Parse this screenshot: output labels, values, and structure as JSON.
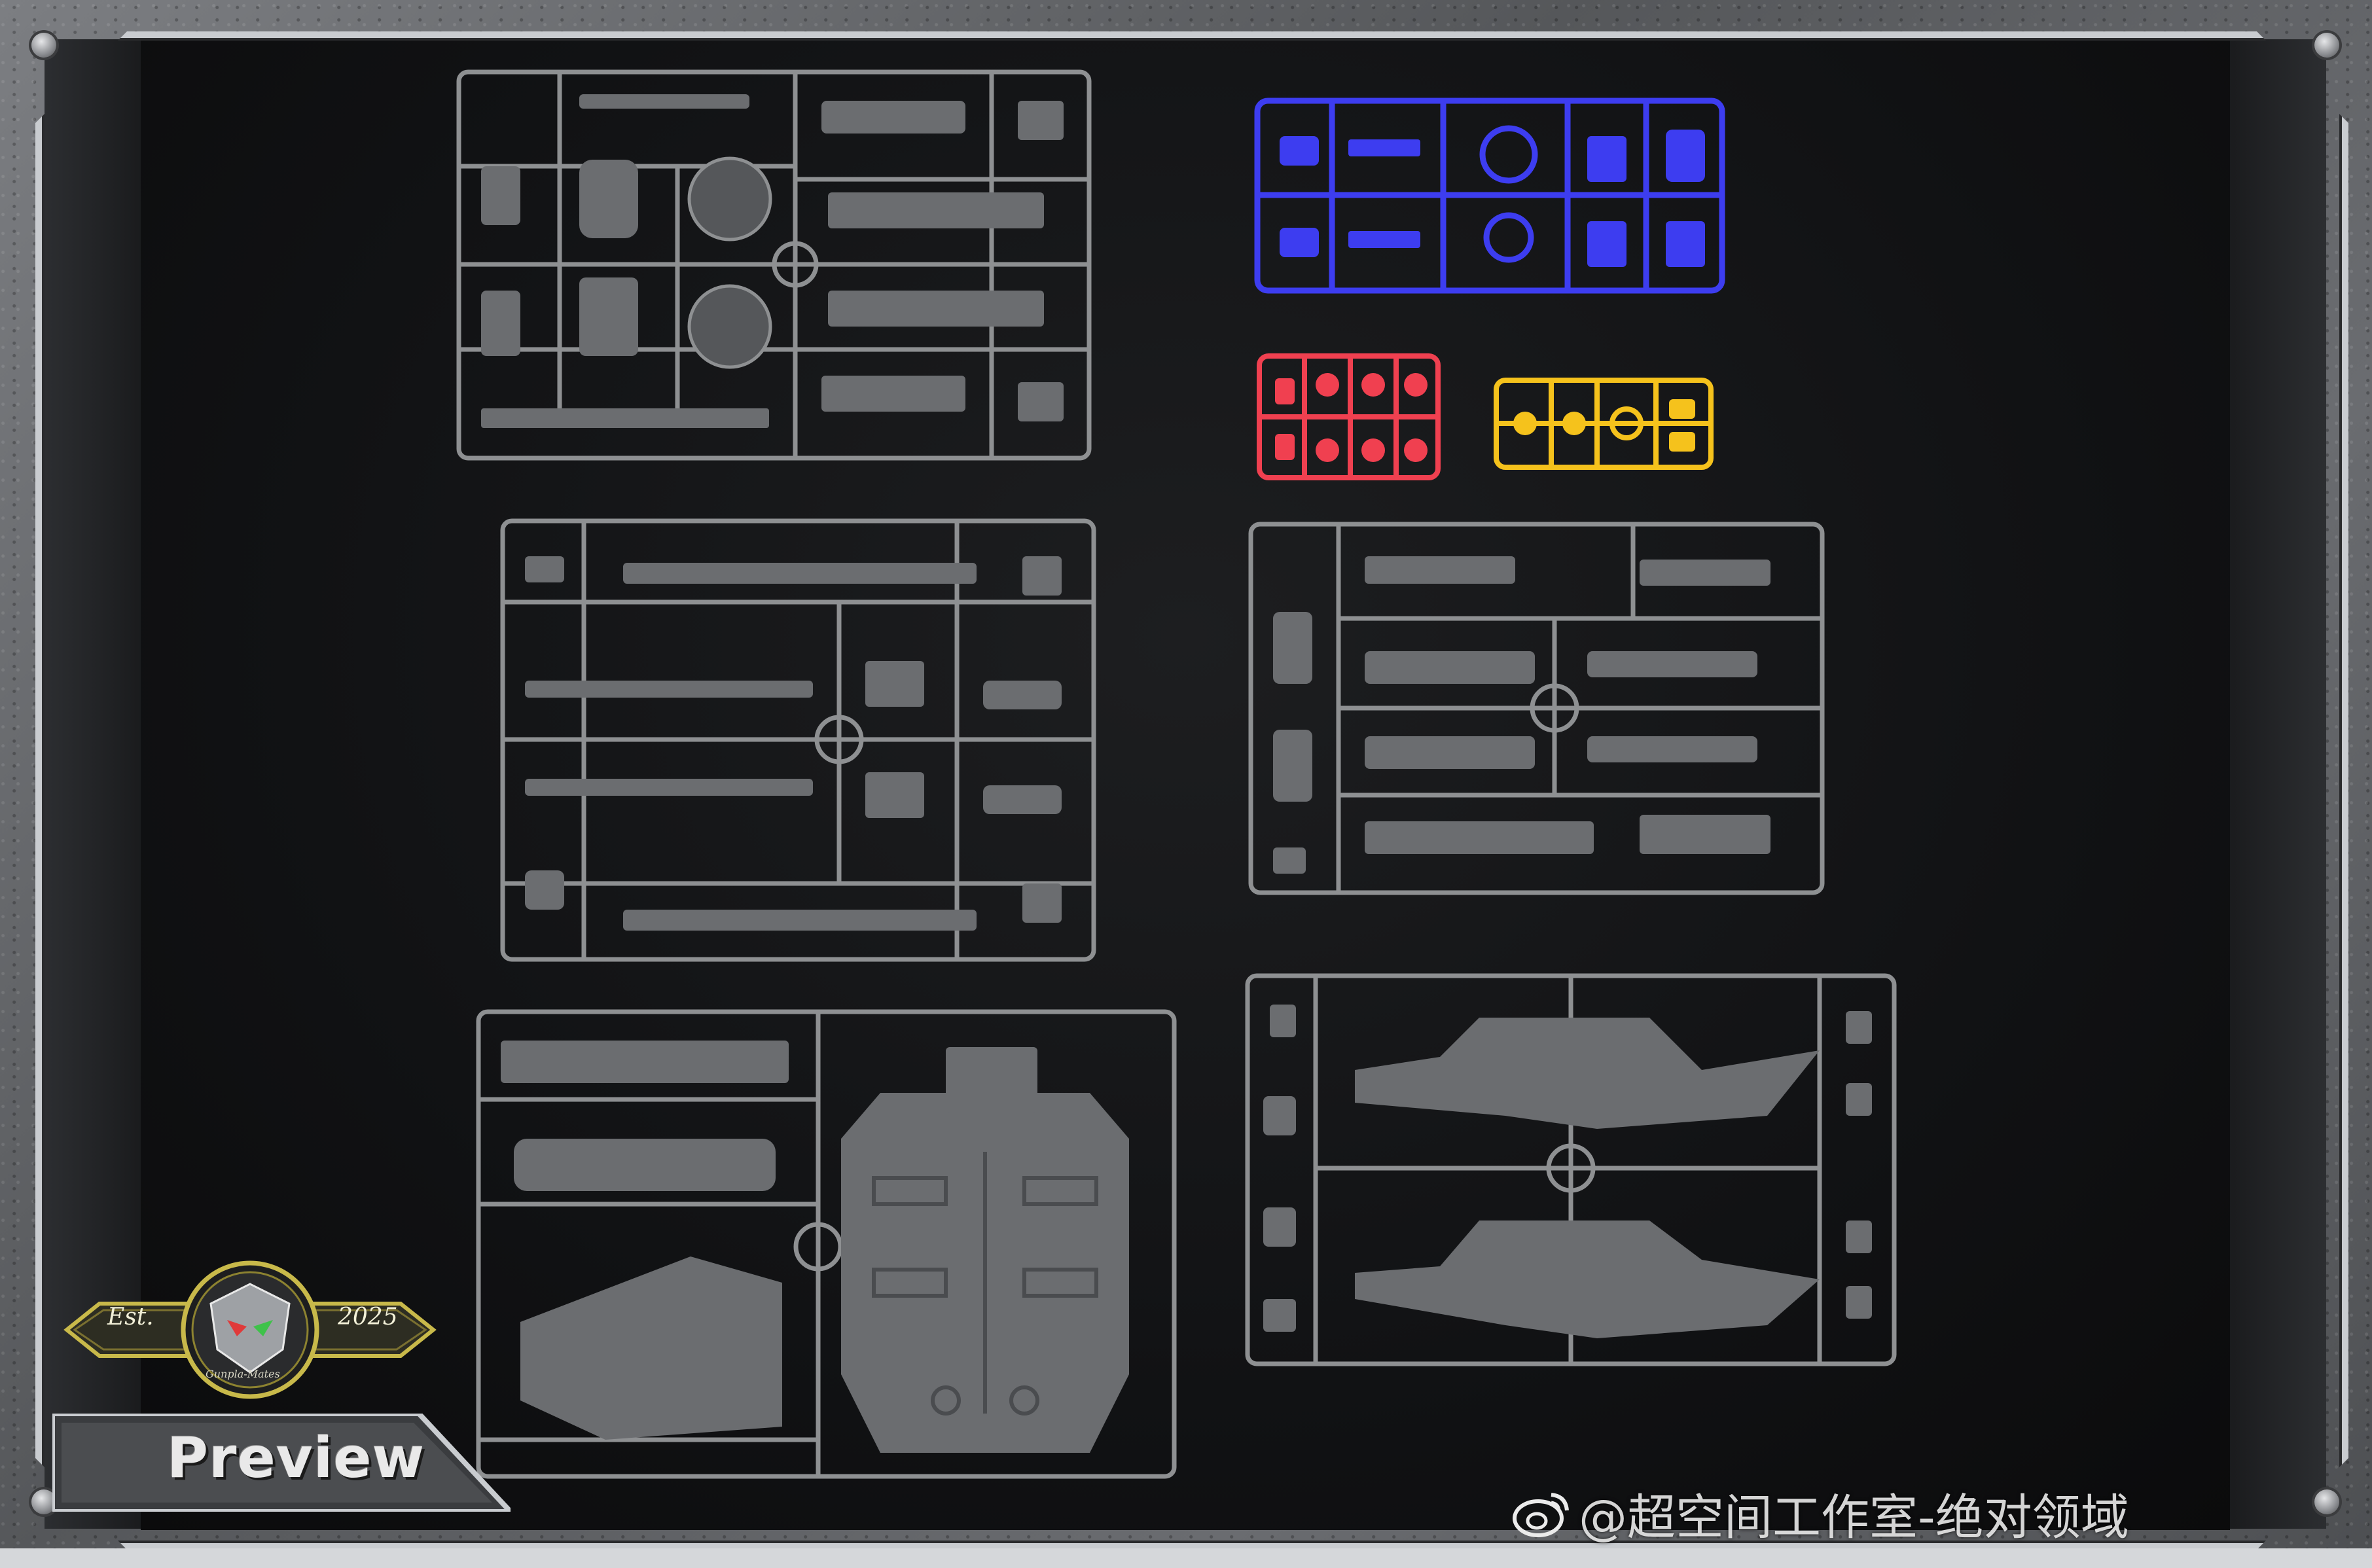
{
  "badge": {
    "est": "Est.",
    "year": "2025",
    "brand": "Gunpla-Mates"
  },
  "preview_label": "Preview",
  "watermark": {
    "icon": "weibo-icon",
    "text": "@超空间工作室-绝对领域"
  },
  "sprues": {
    "gray_color": "#8e9092",
    "blue_color": "#3d3df0",
    "red_color": "#f04050",
    "yellow_color": "#f5c21c"
  }
}
